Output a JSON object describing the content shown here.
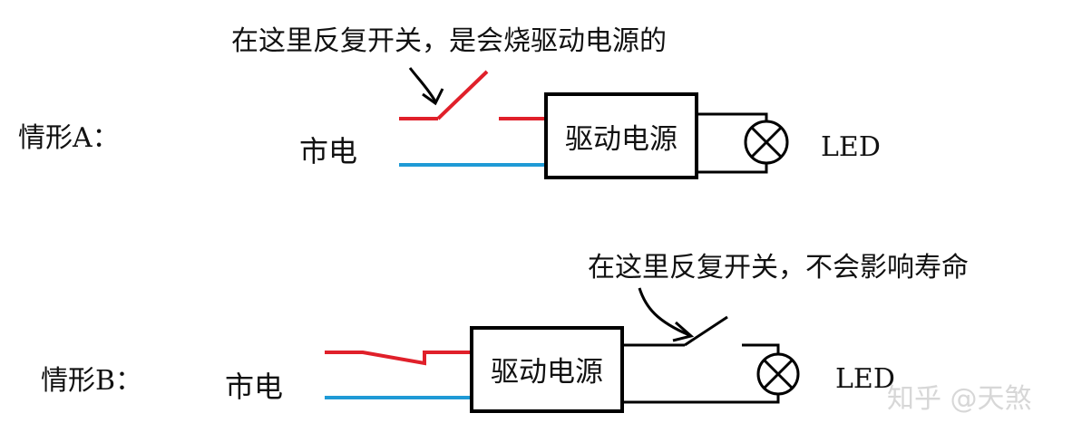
{
  "diagram_a": {
    "title": "情形A：",
    "note": "在这里反复开关，是会烧驱动电源的",
    "mains_label": "市电",
    "driver_label": "驱动电源",
    "load_label": "LED"
  },
  "diagram_b": {
    "title": "情形B：",
    "note": "在这里反复开关，不会影响寿命",
    "mains_label": "市电",
    "driver_label": "驱动电源",
    "load_label": "LED"
  },
  "watermark": "知乎 @天煞",
  "colors": {
    "live_wire": "#e0202a",
    "neutral_wire": "#1f9ad6",
    "line": "#000000",
    "background": "#ffffff"
  }
}
